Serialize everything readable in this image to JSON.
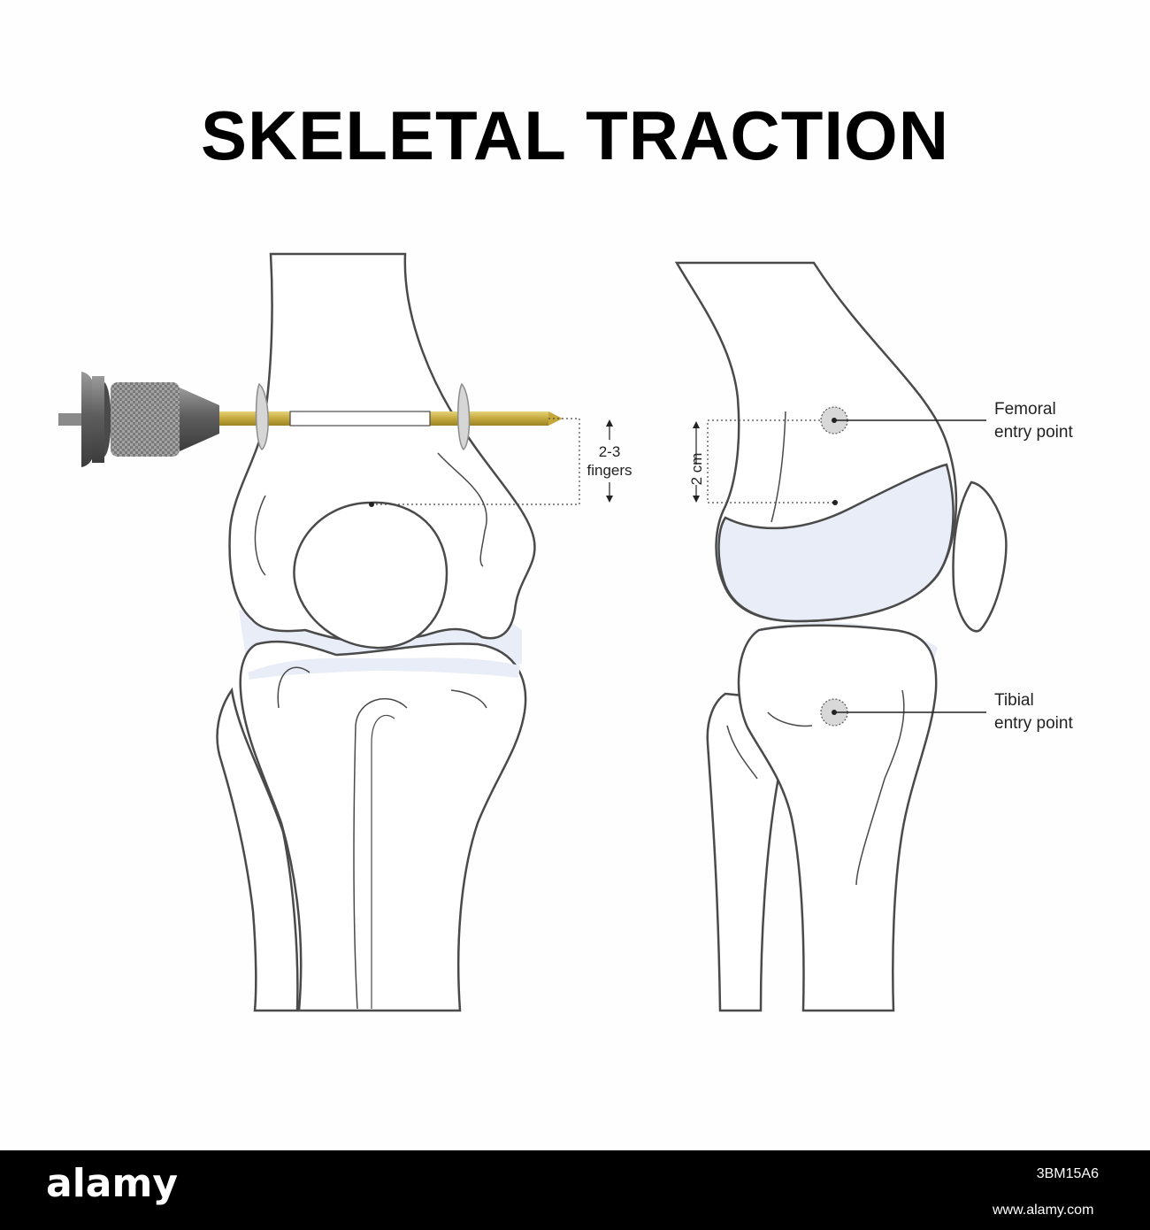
{
  "title": "SKELETAL TRACTION",
  "front_view": {
    "measure_label_line1": "2-3",
    "measure_label_line2": "fingers"
  },
  "side_view": {
    "measure_label": "2 cm",
    "femoral_label_line1": "Femoral",
    "femoral_label_line2": "entry point",
    "tibial_label_line1": "Tibial",
    "tibial_label_line2": "entry point"
  },
  "footer": {
    "logo": "alamy",
    "image_id": "3BM15A6",
    "url": "www.alamy.com"
  },
  "colors": {
    "outline": "#4a4a4a",
    "cartilage": "#e9edf7",
    "pin": "#c9b24a",
    "chuck": "#6b6b6b",
    "entry_point": "#d8d8d8"
  }
}
